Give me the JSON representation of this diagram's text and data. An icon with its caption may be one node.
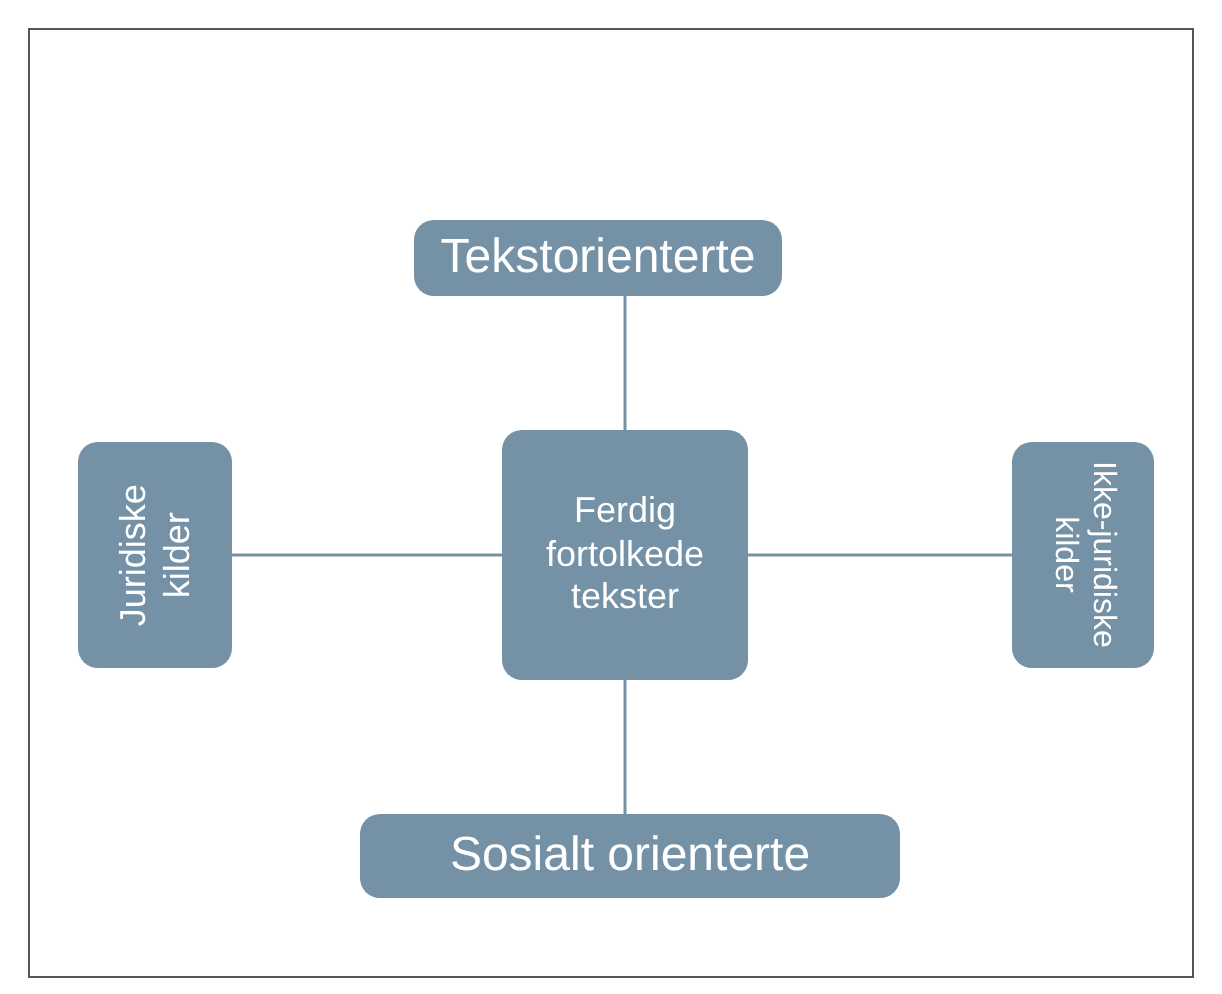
{
  "diagram": {
    "nodes": [
      {
        "text": [
          "Ferdig fortolkede tekster"
        ]
      },
      {
        "text": [
          "Tekstorienterte"
        ]
      },
      {
        "text": [
          "Juridiske kilder"
        ]
      },
      {
        "text": [
          "Ikke-juridiske kilder"
        ]
      },
      {
        "text": [
          "Sosialt orienterte"
        ]
      }
    ],
    "edges": [
      {
        "from": 0,
        "to": 1,
        "arrow": "none"
      },
      {
        "from": 0,
        "to": 2,
        "arrow": "none"
      },
      {
        "from": 0,
        "to": 3,
        "arrow": "none"
      },
      {
        "from": 0,
        "to": 4,
        "arrow": "none"
      }
    ]
  }
}
